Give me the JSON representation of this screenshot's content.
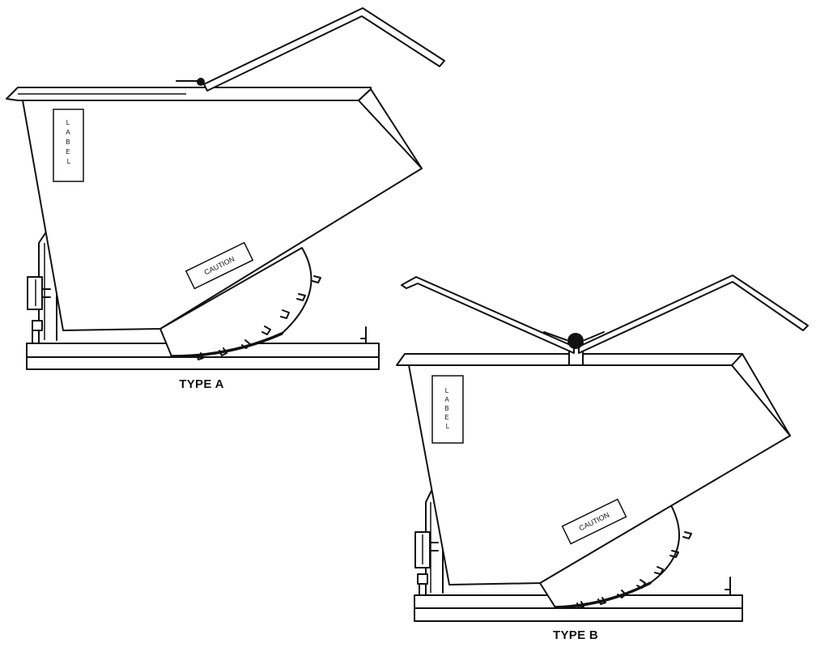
{
  "diagram": {
    "type_a": {
      "caption": "TYPE A",
      "label_text": "LABEL",
      "caution_text": "CAUTION"
    },
    "type_b": {
      "caption": "TYPE B",
      "label_text": "LABEL",
      "caution_text": "CAUTION"
    }
  }
}
